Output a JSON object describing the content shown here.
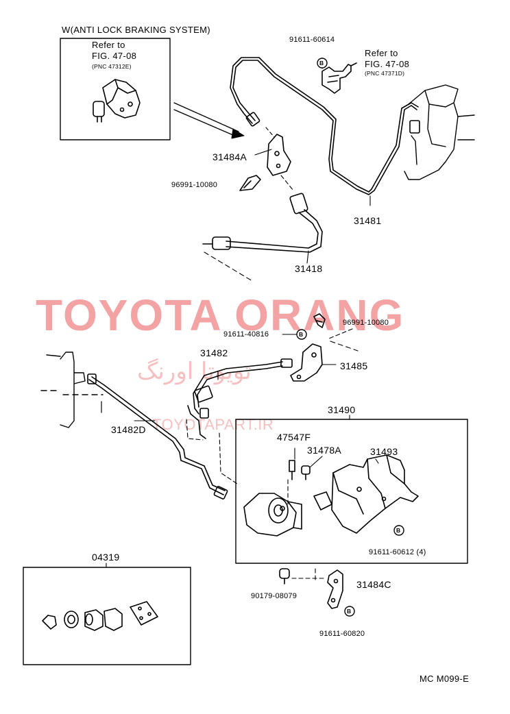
{
  "watermark": {
    "title": "TOYOTA ORANG",
    "persian": "تویوتا اورنگ",
    "url": "TOYOTAPART.IR"
  },
  "abs_header": "W(ANTI LOCK BRAKING SYSTEM)",
  "refer_box_1": {
    "line1": "Refer to",
    "line2": "FIG. 47-08",
    "line3": "(PNC 47312E)"
  },
  "refer_box_2": {
    "line1": "Refer to",
    "line2": "FIG. 47-08",
    "line3": "(PNC 47371D)"
  },
  "b_marker": "B",
  "parts": {
    "p_91611_60614": "91611-60614",
    "p_31484A": "31484A",
    "p_96991_10080_top": "96991-10080",
    "p_31481": "31481",
    "p_31418": "31418",
    "p_96991_10080_mid": "96991-10080",
    "p_91611_40816": "91611-40816",
    "p_31482": "31482",
    "p_31485": "31485",
    "p_31482D": "31482D",
    "p_31490": "31490",
    "p_47547F": "47547F",
    "p_31478A": "31478A",
    "p_31493": "31493",
    "p_91611_60612": "91611-60612 (4)",
    "p_04319": "04319",
    "p_90179_08079": "90179-08079",
    "p_31484C": "31484C",
    "p_91611_60820": "91611-60820"
  },
  "footer_code": "MC  M099-E"
}
